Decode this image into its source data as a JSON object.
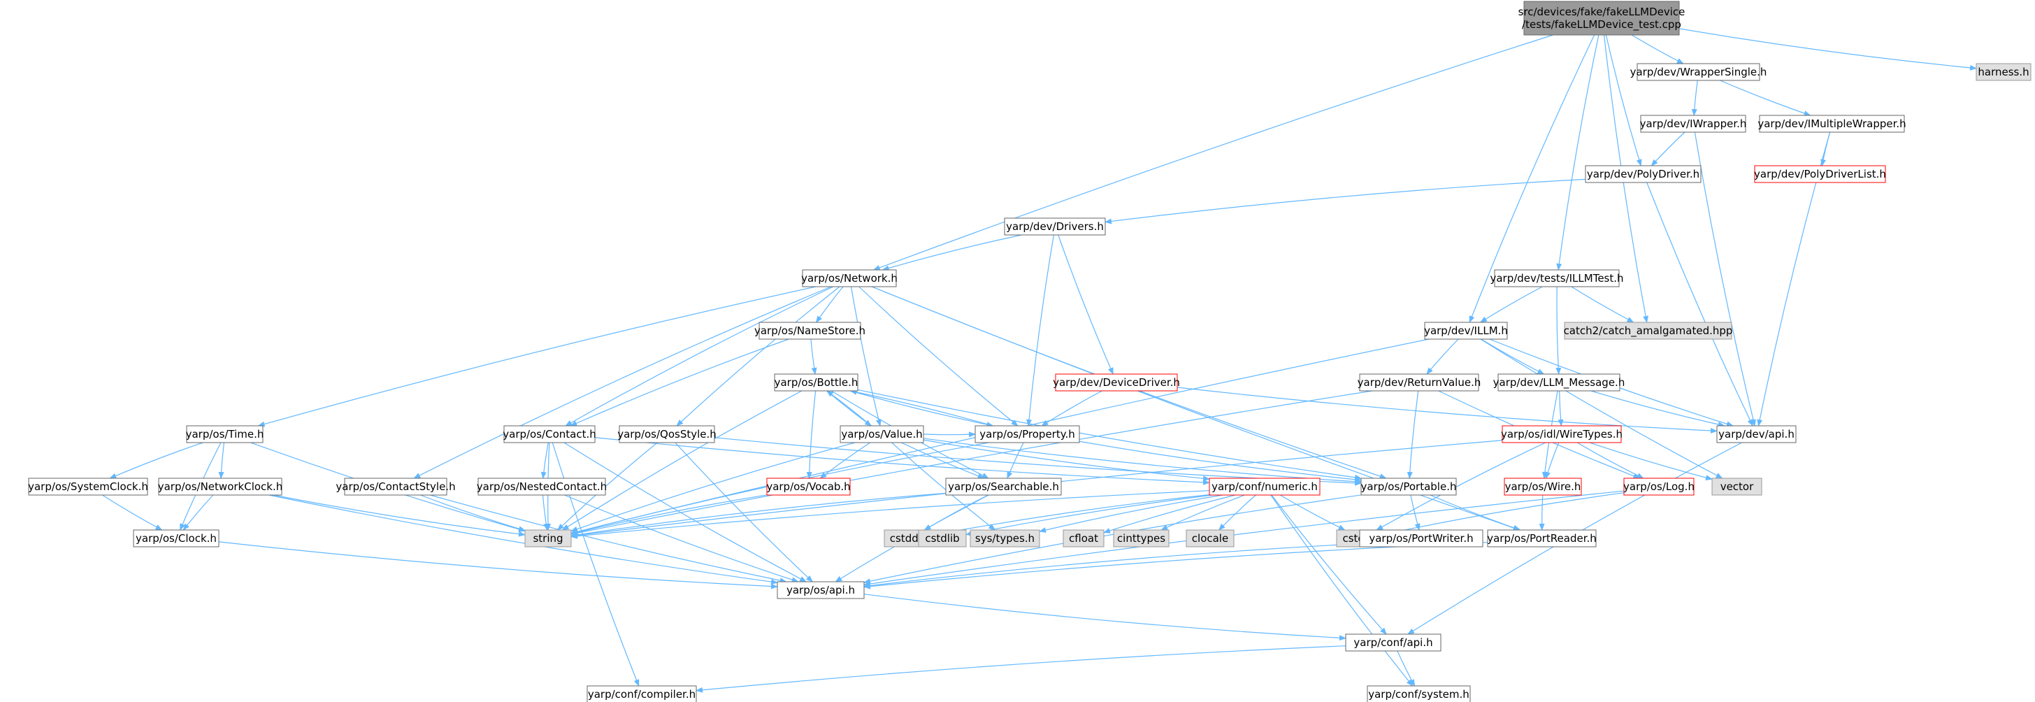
{
  "diagram": {
    "type": "include-dependency-graph",
    "nodes": [
      {
        "id": "root",
        "lines": [
          "src/devices/fake/fakeLLMDevice",
          "/tests/fakeLLMDevice_test.cpp"
        ],
        "style": "root"
      },
      {
        "id": "harness",
        "lines": [
          "harness.h"
        ],
        "style": "external"
      },
      {
        "id": "wrapsingle",
        "lines": [
          "yarp/dev/WrapperSingle.h"
        ],
        "style": "normal"
      },
      {
        "id": "iwrapper",
        "lines": [
          "yarp/dev/IWrapper.h"
        ],
        "style": "normal"
      },
      {
        "id": "imultiwrapper",
        "lines": [
          "yarp/dev/IMultipleWrapper.h"
        ],
        "style": "normal"
      },
      {
        "id": "polydriverlist",
        "lines": [
          "yarp/dev/PolyDriverList.h"
        ],
        "style": "truncated"
      },
      {
        "id": "polydriver",
        "lines": [
          "yarp/dev/PolyDriver.h"
        ],
        "style": "normal"
      },
      {
        "id": "drivers",
        "lines": [
          "yarp/dev/Drivers.h"
        ],
        "style": "normal"
      },
      {
        "id": "network",
        "lines": [
          "yarp/os/Network.h"
        ],
        "style": "normal"
      },
      {
        "id": "illmtest",
        "lines": [
          "yarp/dev/tests/ILLMTest.h"
        ],
        "style": "normal"
      },
      {
        "id": "catch2",
        "lines": [
          "catch2/catch_amalgamated.hpp"
        ],
        "style": "external"
      },
      {
        "id": "illm",
        "lines": [
          "yarp/dev/ILLM.h"
        ],
        "style": "normal"
      },
      {
        "id": "namestore",
        "lines": [
          "yarp/os/NameStore.h"
        ],
        "style": "normal"
      },
      {
        "id": "devicedriver",
        "lines": [
          "yarp/dev/DeviceDriver.h"
        ],
        "style": "truncated"
      },
      {
        "id": "returnvalue",
        "lines": [
          "yarp/dev/ReturnValue.h"
        ],
        "style": "normal"
      },
      {
        "id": "llmmessage",
        "lines": [
          "yarp/dev/LLM_Message.h"
        ],
        "style": "normal"
      },
      {
        "id": "bottle",
        "lines": [
          "yarp/os/Bottle.h"
        ],
        "style": "normal"
      },
      {
        "id": "devapi",
        "lines": [
          "yarp/dev/api.h"
        ],
        "style": "normal"
      },
      {
        "id": "time",
        "lines": [
          "yarp/os/Time.h"
        ],
        "style": "normal"
      },
      {
        "id": "contact",
        "lines": [
          "yarp/os/Contact.h"
        ],
        "style": "normal"
      },
      {
        "id": "qosstyle",
        "lines": [
          "yarp/os/QosStyle.h"
        ],
        "style": "normal"
      },
      {
        "id": "value",
        "lines": [
          "yarp/os/Value.h"
        ],
        "style": "normal"
      },
      {
        "id": "property",
        "lines": [
          "yarp/os/Property.h"
        ],
        "style": "normal"
      },
      {
        "id": "wiretypes",
        "lines": [
          "yarp/os/idl/WireTypes.h"
        ],
        "style": "truncated"
      },
      {
        "id": "systemclock",
        "lines": [
          "yarp/os/SystemClock.h"
        ],
        "style": "normal"
      },
      {
        "id": "networkclock",
        "lines": [
          "yarp/os/NetworkClock.h"
        ],
        "style": "normal"
      },
      {
        "id": "contactstyle",
        "lines": [
          "yarp/os/ContactStyle.h"
        ],
        "style": "normal"
      },
      {
        "id": "nestedcontact",
        "lines": [
          "yarp/os/NestedContact.h"
        ],
        "style": "normal"
      },
      {
        "id": "vocab",
        "lines": [
          "yarp/os/Vocab.h"
        ],
        "style": "truncated"
      },
      {
        "id": "searchable",
        "lines": [
          "yarp/os/Searchable.h"
        ],
        "style": "normal"
      },
      {
        "id": "numeric",
        "lines": [
          "yarp/conf/numeric.h"
        ],
        "style": "truncated"
      },
      {
        "id": "portable",
        "lines": [
          "yarp/os/Portable.h"
        ],
        "style": "normal"
      },
      {
        "id": "wire",
        "lines": [
          "yarp/os/Wire.h"
        ],
        "style": "truncated"
      },
      {
        "id": "log",
        "lines": [
          "yarp/os/Log.h"
        ],
        "style": "truncated"
      },
      {
        "id": "vector",
        "lines": [
          "vector"
        ],
        "style": "external"
      },
      {
        "id": "clock",
        "lines": [
          "yarp/os/Clock.h"
        ],
        "style": "normal"
      },
      {
        "id": "string",
        "lines": [
          "string"
        ],
        "style": "external"
      },
      {
        "id": "cstddef",
        "lines": [
          "cstddef"
        ],
        "style": "external"
      },
      {
        "id": "cstdlib",
        "lines": [
          "cstdlib"
        ],
        "style": "external"
      },
      {
        "id": "systypes",
        "lines": [
          "sys/types.h"
        ],
        "style": "external"
      },
      {
        "id": "cfloat",
        "lines": [
          "cfloat"
        ],
        "style": "external"
      },
      {
        "id": "cinttypes",
        "lines": [
          "cinttypes"
        ],
        "style": "external"
      },
      {
        "id": "clocale",
        "lines": [
          "clocale"
        ],
        "style": "external"
      },
      {
        "id": "cstdint",
        "lines": [
          "cstdint"
        ],
        "style": "external"
      },
      {
        "id": "portwriter",
        "lines": [
          "yarp/os/PortWriter.h"
        ],
        "style": "normal"
      },
      {
        "id": "portreader",
        "lines": [
          "yarp/os/PortReader.h"
        ],
        "style": "normal"
      },
      {
        "id": "osapi",
        "lines": [
          "yarp/os/api.h"
        ],
        "style": "normal"
      },
      {
        "id": "confapi",
        "lines": [
          "yarp/conf/api.h"
        ],
        "style": "normal"
      },
      {
        "id": "compiler",
        "lines": [
          "yarp/conf/compiler.h"
        ],
        "style": "normal"
      },
      {
        "id": "system",
        "lines": [
          "yarp/conf/system.h"
        ],
        "style": "normal"
      }
    ],
    "edges": [
      [
        "root",
        "harness"
      ],
      [
        "root",
        "wrapsingle"
      ],
      [
        "root",
        "polydriver"
      ],
      [
        "root",
        "network"
      ],
      [
        "root",
        "illmtest"
      ],
      [
        "root",
        "catch2"
      ],
      [
        "root",
        "illm"
      ],
      [
        "wrapsingle",
        "iwrapper"
      ],
      [
        "wrapsingle",
        "imultiwrapper"
      ],
      [
        "iwrapper",
        "polydriver"
      ],
      [
        "iwrapper",
        "devapi"
      ],
      [
        "imultiwrapper",
        "polydriverlist"
      ],
      [
        "imultiwrapper",
        "devapi"
      ],
      [
        "polydriver",
        "drivers"
      ],
      [
        "polydriver",
        "devapi"
      ],
      [
        "drivers",
        "network"
      ],
      [
        "drivers",
        "property"
      ],
      [
        "drivers",
        "devicedriver"
      ],
      [
        "network",
        "time"
      ],
      [
        "network",
        "contact"
      ],
      [
        "network",
        "contactstyle"
      ],
      [
        "network",
        "namestore"
      ],
      [
        "network",
        "qosstyle"
      ],
      [
        "network",
        "value"
      ],
      [
        "network",
        "property"
      ],
      [
        "network",
        "portable"
      ],
      [
        "network",
        "portreader"
      ],
      [
        "illmtest",
        "catch2"
      ],
      [
        "illmtest",
        "illm"
      ],
      [
        "illmtest",
        "llmmessage"
      ],
      [
        "illm",
        "returnvalue"
      ],
      [
        "illm",
        "llmmessage"
      ],
      [
        "illm",
        "devapi"
      ],
      [
        "illm",
        "vector"
      ],
      [
        "illm",
        "string"
      ],
      [
        "namestore",
        "contact"
      ],
      [
        "namestore",
        "bottle"
      ],
      [
        "devicedriver",
        "property"
      ],
      [
        "devicedriver",
        "devapi"
      ],
      [
        "returnvalue",
        "portable"
      ],
      [
        "returnvalue",
        "log"
      ],
      [
        "returnvalue",
        "string"
      ],
      [
        "llmmessage",
        "wiretypes"
      ],
      [
        "llmmessage",
        "wire"
      ],
      [
        "llmmessage",
        "devapi"
      ],
      [
        "bottle",
        "value"
      ],
      [
        "bottle",
        "property"
      ],
      [
        "bottle",
        "searchable"
      ],
      [
        "bottle",
        "vocab"
      ],
      [
        "bottle",
        "portable"
      ],
      [
        "bottle",
        "string"
      ],
      [
        "devapi",
        "confapi"
      ],
      [
        "time",
        "systemclock"
      ],
      [
        "time",
        "networkclock"
      ],
      [
        "time",
        "clock"
      ],
      [
        "time",
        "string"
      ],
      [
        "contact",
        "nestedcontact"
      ],
      [
        "contact",
        "string"
      ],
      [
        "contact",
        "numeric"
      ],
      [
        "contact",
        "osapi"
      ],
      [
        "contact",
        "compiler"
      ],
      [
        "qosstyle",
        "string"
      ],
      [
        "qosstyle",
        "osapi"
      ],
      [
        "qosstyle",
        "portable"
      ],
      [
        "value",
        "bottle"
      ],
      [
        "value",
        "property"
      ],
      [
        "value",
        "searchable"
      ],
      [
        "value",
        "vocab"
      ],
      [
        "value",
        "portable"
      ],
      [
        "value",
        "string"
      ],
      [
        "value",
        "systypes"
      ],
      [
        "value",
        "numeric"
      ],
      [
        "property",
        "bottle"
      ],
      [
        "property",
        "searchable"
      ],
      [
        "property",
        "portable"
      ],
      [
        "property",
        "string"
      ],
      [
        "wiretypes",
        "wire"
      ],
      [
        "wiretypes",
        "log"
      ],
      [
        "wiretypes",
        "vector"
      ],
      [
        "wiretypes",
        "cstdint"
      ],
      [
        "wiretypes",
        "string"
      ],
      [
        "systemclock",
        "clock"
      ],
      [
        "networkclock",
        "clock"
      ],
      [
        "networkclock",
        "string"
      ],
      [
        "networkclock",
        "osapi"
      ],
      [
        "contactstyle",
        "string"
      ],
      [
        "contactstyle",
        "osapi"
      ],
      [
        "nestedcontact",
        "string"
      ],
      [
        "nestedcontact",
        "osapi"
      ],
      [
        "vocab",
        "string"
      ],
      [
        "searchable",
        "string"
      ],
      [
        "searchable",
        "osapi"
      ],
      [
        "searchable",
        "cstddef"
      ],
      [
        "numeric",
        "string"
      ],
      [
        "numeric",
        "cstddef"
      ],
      [
        "numeric",
        "cstdlib"
      ],
      [
        "numeric",
        "systypes"
      ],
      [
        "numeric",
        "cfloat"
      ],
      [
        "numeric",
        "cinttypes"
      ],
      [
        "numeric",
        "clocale"
      ],
      [
        "numeric",
        "cstdint"
      ],
      [
        "numeric",
        "confapi"
      ],
      [
        "numeric",
        "system"
      ],
      [
        "portable",
        "portwriter"
      ],
      [
        "portable",
        "portreader"
      ],
      [
        "portable",
        "osapi"
      ],
      [
        "wire",
        "portreader"
      ],
      [
        "log",
        "cstdint"
      ],
      [
        "log",
        "osapi"
      ],
      [
        "clock",
        "osapi"
      ],
      [
        "portwriter",
        "osapi"
      ],
      [
        "portreader",
        "osapi"
      ],
      [
        "osapi",
        "confapi"
      ],
      [
        "confapi",
        "compiler"
      ],
      [
        "confapi",
        "system"
      ]
    ],
    "colors": {
      "edge": "#63b8ff",
      "normal_border": "#666666",
      "normal_fill": "#ffffff",
      "truncated_border": "#ff0000",
      "external_border": "#999999",
      "external_fill": "#e0e0e0",
      "root_border": "#666666",
      "root_fill": "#999999"
    }
  }
}
